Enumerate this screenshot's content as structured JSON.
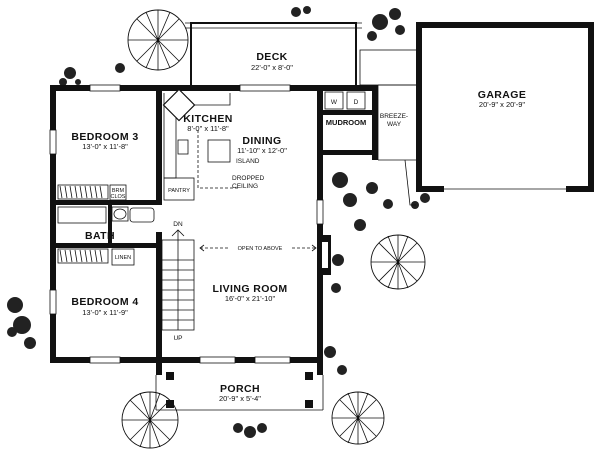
{
  "rooms": {
    "deck": {
      "name": "DECK",
      "size": "22'-0\" x 8'-0\""
    },
    "garage": {
      "name": "GARAGE",
      "size": "20'-9\" x 20'-9\""
    },
    "kitchen": {
      "name": "KITCHEN",
      "size": "8'-0\" x 11'-8\""
    },
    "dining": {
      "name": "DINING",
      "size": "11'-10\" x 12'-0\""
    },
    "mudroom": {
      "name": "MUDROOM"
    },
    "breezeway": {
      "line1": "BREEZE-",
      "line2": "WAY"
    },
    "bedroom3": {
      "name": "BEDROOM 3",
      "size": "13'-0\" x 11'-8\""
    },
    "bedroom4": {
      "name": "BEDROOM 4",
      "size": "13'-0\" x 11'-9\""
    },
    "bath": {
      "name": "BATH"
    },
    "living": {
      "name": "LIVING ROOM",
      "size": "16'-0\" x 21'-10\""
    },
    "porch": {
      "name": "PORCH",
      "size": "20'-9\" x 5'-4\""
    }
  },
  "labels": {
    "island": "ISLAND",
    "dropped_line1": "DROPPED",
    "dropped_line2": "CEILING",
    "pantry": "PANTRY",
    "washer": "W",
    "dryer": "D",
    "brm_clos_line1": "BRM",
    "brm_clos_line2": "CLOS",
    "linen": "LINEN",
    "stair_down": "DN",
    "stair_up": "UP",
    "open_to_above": "OPEN TO ABOVE"
  }
}
